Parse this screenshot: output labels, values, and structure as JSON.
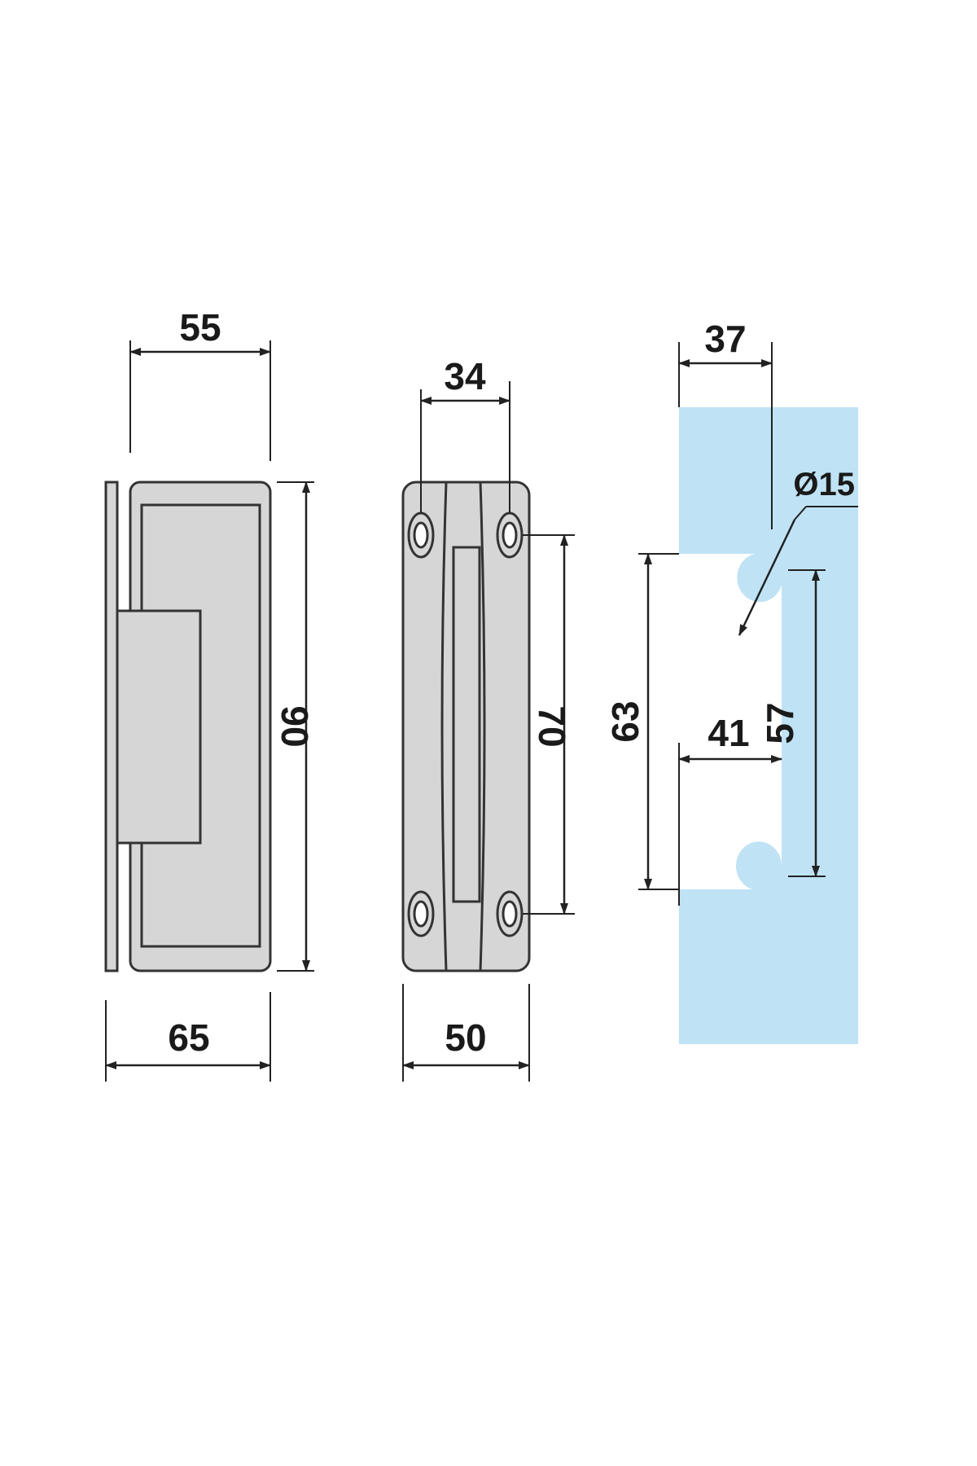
{
  "colors": {
    "part_fill": "#d6d6d6",
    "outline": "#333333",
    "glass": "#bfe3f5",
    "background": "#ffffff"
  },
  "views": {
    "side": {
      "width_top": "55",
      "height": "90",
      "width_bottom": "65"
    },
    "front": {
      "hole_spacing_x": "34",
      "hole_spacing_y": "70",
      "width": "50"
    },
    "glass_cutout": {
      "edge_to_hole": "37",
      "hole_diameter": "Ø15",
      "notch_depth": "41",
      "outer_height": "63",
      "inner_height": "57"
    }
  }
}
